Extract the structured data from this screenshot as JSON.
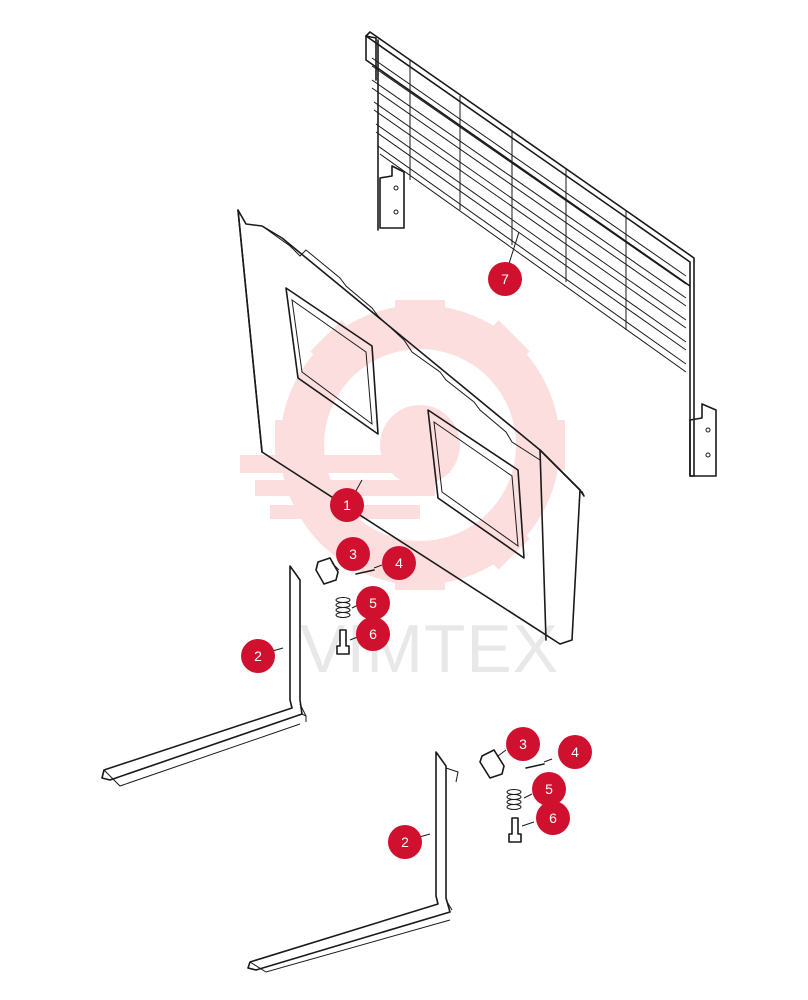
{
  "watermark": {
    "text": "VIMTEX",
    "color": "#f26b6b"
  },
  "callout_color": "#d0102f",
  "callouts": [
    {
      "id": "c7",
      "label": "7"
    },
    {
      "id": "c1",
      "label": "1"
    },
    {
      "id": "c3a",
      "label": "3"
    },
    {
      "id": "c4a",
      "label": "4"
    },
    {
      "id": "c5a",
      "label": "5"
    },
    {
      "id": "c6a",
      "label": "6"
    },
    {
      "id": "c2a",
      "label": "2"
    },
    {
      "id": "c3b",
      "label": "3"
    },
    {
      "id": "c4b",
      "label": "4"
    },
    {
      "id": "c5b",
      "label": "5"
    },
    {
      "id": "c6b",
      "label": "6"
    },
    {
      "id": "c2b",
      "label": "2"
    }
  ]
}
